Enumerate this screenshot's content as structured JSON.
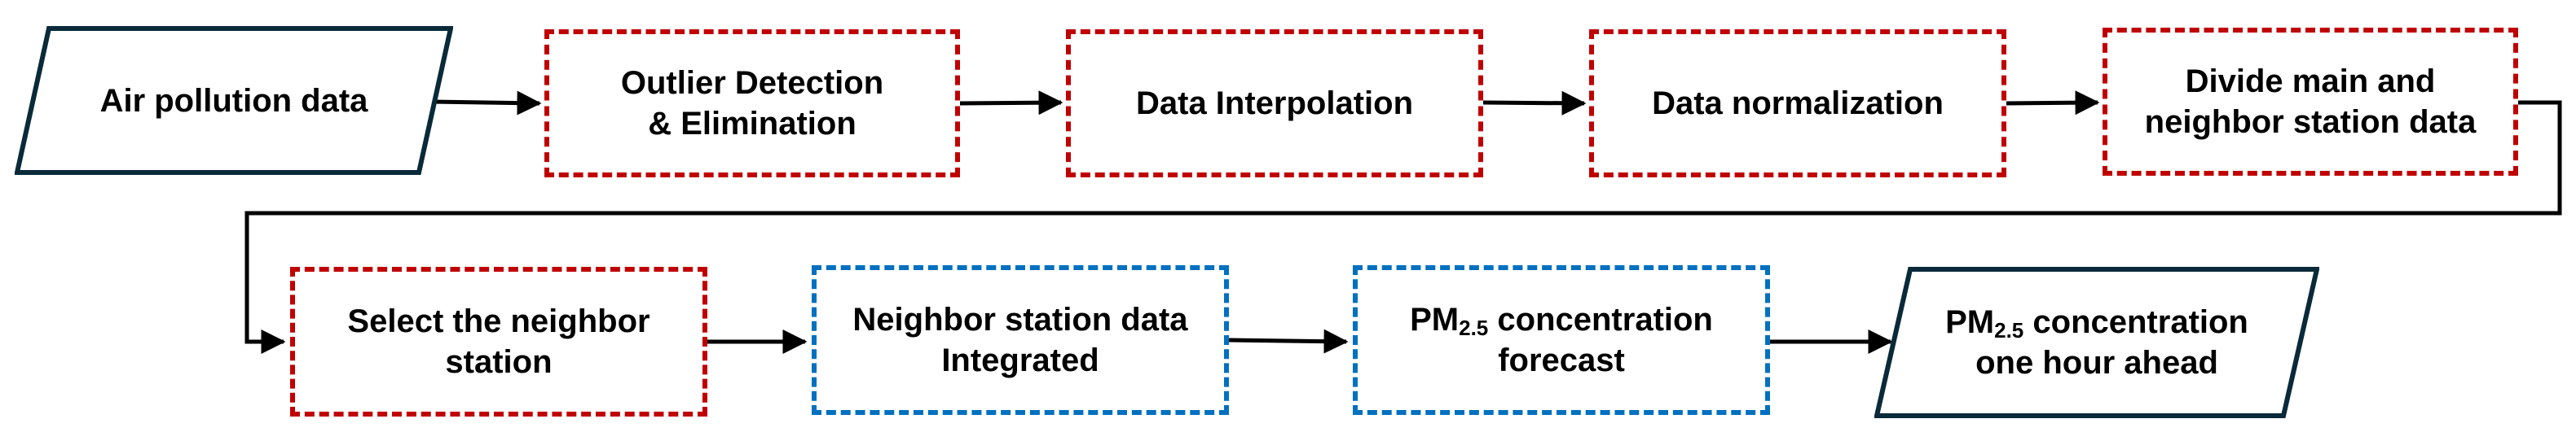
{
  "nodes": {
    "air_pollution": {
      "text": "Air pollution data"
    },
    "outlier": {
      "line1": "Outlier Detection",
      "line2": "& Elimination"
    },
    "interpolation": {
      "text": "Data Interpolation"
    },
    "normalization": {
      "text": "Data normalization"
    },
    "divide": {
      "line1": "Divide main and",
      "line2": "neighbor station data"
    },
    "select_neighbor": {
      "line1": "Select the neighbor",
      "line2": "station"
    },
    "integrated": {
      "line1": "Neighbor station data",
      "line2": "Integrated"
    },
    "forecast": {
      "pm": "PM",
      "sub": "2.5",
      "rest": " concentration",
      "line2": "forecast"
    },
    "output": {
      "pm": "PM",
      "sub": "2.5",
      "rest": " concentration",
      "line2": "one hour ahead"
    }
  },
  "colors": {
    "stroke": "#0a2a3a",
    "preprocess_border": "#c00000",
    "model_border": "#0070c0",
    "arrow": "#000000"
  },
  "legend": []
}
